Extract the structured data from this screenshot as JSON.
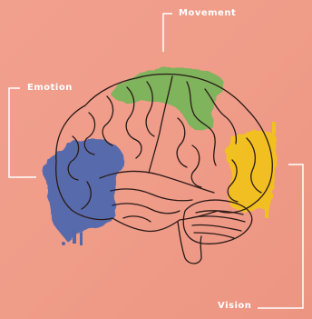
{
  "labels": {
    "movement": "Movement",
    "emotion": "Emotion",
    "vision": "Vision"
  },
  "regions": {
    "movement": {
      "color": "#7ab55a"
    },
    "emotion": {
      "color": "#4f68ae"
    },
    "vision": {
      "color": "#f2c21c"
    }
  },
  "colors": {
    "background": "#f09a87",
    "outline": "#2a1a16",
    "callout_line": "#ffffff"
  }
}
